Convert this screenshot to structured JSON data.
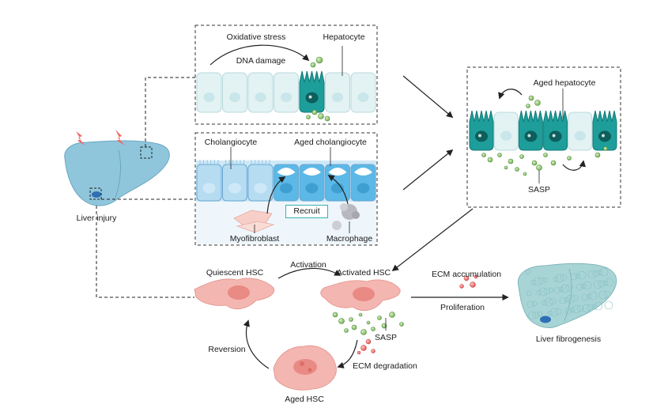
{
  "labels": {
    "oxidative_stress": "Oxidative stress",
    "dna_damage": "DNA damage",
    "hepatocyte": "Hepatocyte",
    "cholangiocyte": "Cholangiocyte",
    "aged_cholangiocyte": "Aged cholangiocyte",
    "recruit": "Recruit",
    "myofibroblast": "Myofibroblast",
    "macrophage": "Macrophage",
    "liver_injury": "Liver injury",
    "aged_hepatocyte": "Aged hepatocyte",
    "sasp_top": "SASP",
    "quiescent_hsc": "Quiescent HSC",
    "activation": "Activation",
    "activated_hsc": "Activated HSC",
    "ecm_accumulation": "ECM accumulation",
    "proliferation": "Proliferation",
    "liver_fibrogenesis": "Liver fibrogenesis",
    "reversion": "Reversion",
    "sasp_bottom": "SASP",
    "ecm_degradation": "ECM degradation",
    "aged_hsc": "Aged HSC"
  },
  "colors": {
    "hepatocyte_fill": "#e3f2f3",
    "hepatocyte_stroke": "#b9d9dc",
    "aged_cell": "#1e9e9a",
    "cholangiocyte_fill": "#8fd0ef",
    "cholangiocyte_band": "#cfe8f7",
    "liver_fill": "#8fc6dc",
    "fibrotic_liver": "#a9d4d6",
    "hsc_fill": "#f4b6b1",
    "sasp_green": "#8cc46a",
    "ecm_red": "#e86c6c",
    "injury_bolt": "#f06666",
    "arrow": "#222222"
  }
}
